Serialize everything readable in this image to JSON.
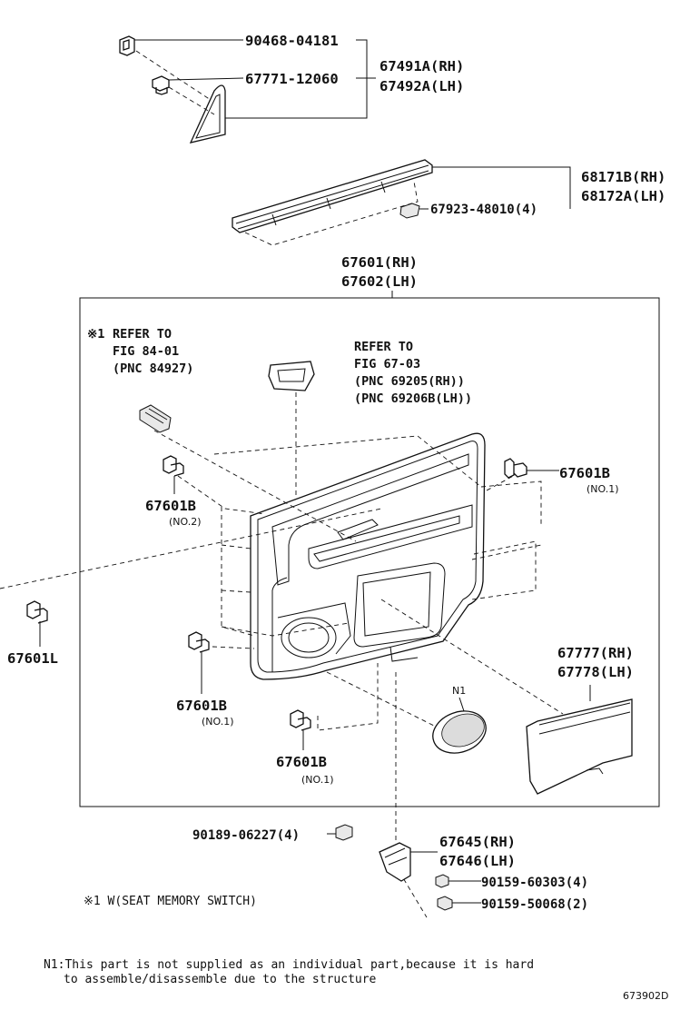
{
  "diagram_id": "673902D",
  "labels": {
    "p90468": "90468-04181",
    "p67771": "67771-12060",
    "p67491": "67491A(RH)",
    "p67492": "67492A(LH)",
    "p68171": "68171B(RH)",
    "p68172": "68172A(LH)",
    "p67923": "67923-48010(4)",
    "p67601": "67601(RH)",
    "p67602": "67602(LH)",
    "ref1_mark": "※1",
    "ref1_line1": "REFER TO",
    "ref1_line2": "FIG 84-01",
    "ref1_line3": "(PNC 84927)",
    "ref2_line1": "REFER TO",
    "ref2_line2": "FIG 67-03",
    "ref2_line3": "(PNC 69205(RH))",
    "ref2_line4": "(PNC 69206B(LH))",
    "clip_right": "67601B",
    "clip_right_note": "(NO.1)",
    "clip_upper_left": "67601B",
    "clip_upper_left_note": "(NO.2)",
    "clip_left": "67601L",
    "clip_lower_left": "67601B",
    "clip_lower_left_note": "(NO.1)",
    "clip_bottom": "67601B",
    "clip_bottom_note": "(NO.1)",
    "n1": "N1",
    "p67777": "67777(RH)",
    "p67778": "67778(LH)",
    "p90189": "90189-06227(4)",
    "p67645": "67645(RH)",
    "p67646": "67646(LH)",
    "p90159a": "90159-60303(4)",
    "p90159b": "90159-50068(2)",
    "seat_note": "※1 W(SEAT MEMORY SWITCH)",
    "footnote_line1": "N1:This part is not supplied as an individual part,because it is hard",
    "footnote_line2": "to assemble/disassemble due to the structure"
  }
}
